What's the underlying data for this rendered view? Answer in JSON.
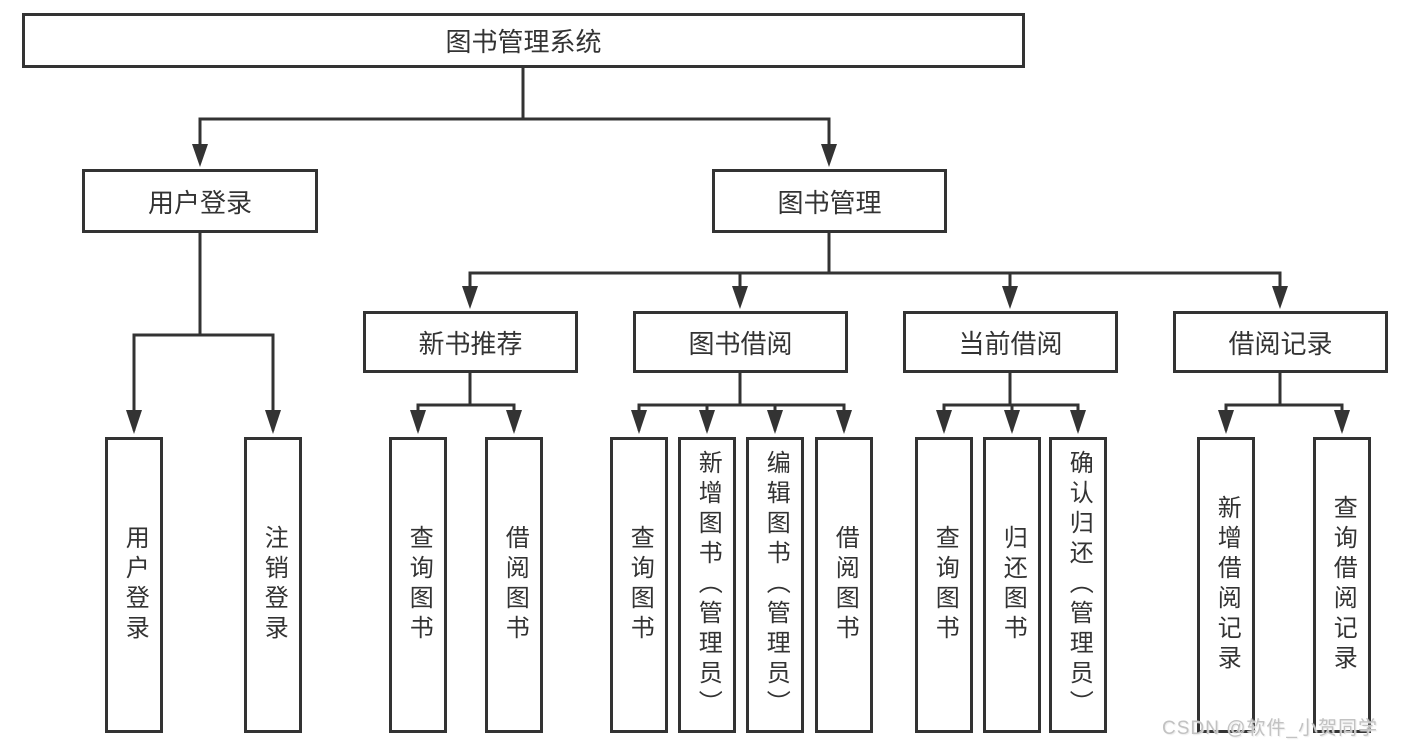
{
  "colors": {
    "line": "#333333",
    "box_border": "#333333",
    "text": "#333333",
    "background": "#ffffff",
    "watermark_text": "#c2c2c2"
  },
  "nodes": {
    "root": "图书管理系统",
    "user_login": "用户登录",
    "book_management": "图书管理",
    "new_book_recommend": "新书推荐",
    "book_borrow": "图书借阅",
    "current_borrow": "当前借阅",
    "borrow_records": "借阅记录",
    "leaf_user_login": "用户登录",
    "leaf_logout": "注销登录",
    "rec_query_book": "查询图书",
    "rec_borrow_book": "借阅图书",
    "bb_query_book": "查询图书",
    "bb_add_book_admin": "新增图书（管理员）",
    "bb_edit_book_admin": "编辑图书（管理员）",
    "bb_borrow_book": "借阅图书",
    "cb_query_book": "查询图书",
    "cb_return_book": "归还图书",
    "cb_confirm_return_admin": "确认归还（管理员）",
    "br_add_record": "新增借阅记录",
    "br_query_record": "查询借阅记录"
  },
  "watermark": "CSDN @软件_小贺同学"
}
